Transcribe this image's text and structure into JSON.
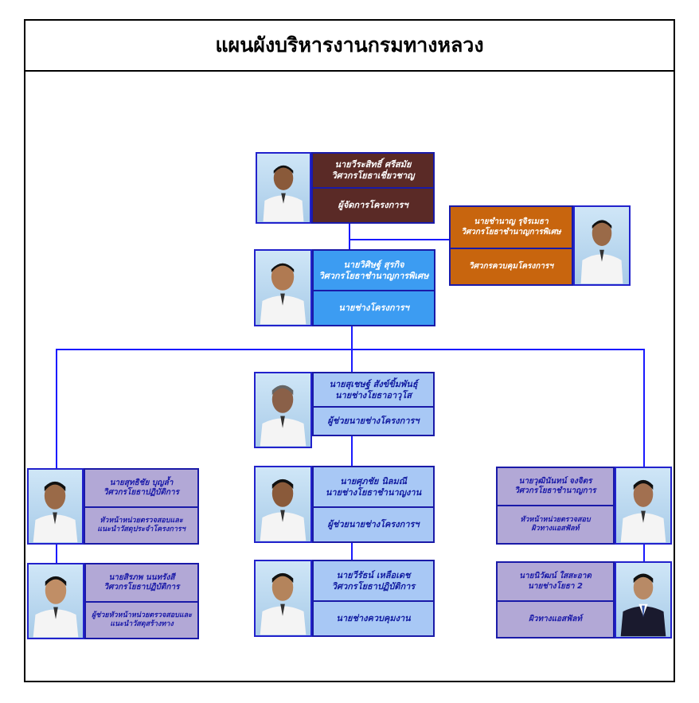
{
  "title": "แผนผังบริหารงานกรมทางหลวง",
  "colors": {
    "line": "#1a1aff",
    "brown": "#5a2a26",
    "orange": "#c8650e",
    "blue": "#3c9cf2",
    "light_blue": "#a8c8f5",
    "lilac": "#b2a8d6"
  },
  "people": [
    {
      "id": "director",
      "name": "นายวีระสิทธิ์  ศรีสมัย",
      "position": "วิศวกรโยธาเชี่ยวชาญ",
      "role": "ผู้จัดการโครงการฯ"
    },
    {
      "id": "supervisor",
      "name": "นายชำนาญ   รุจิรเมธา",
      "position": "วิศวกรโยธาชำนาญการพิเศษ",
      "role": "วิศวกรควบคุมโครงการฯ"
    },
    {
      "id": "project-engineer",
      "name": "นายวิศิษฐ์  สุรกิจ",
      "position": "วิศวกรโยธาชำนาญการพิเศษ",
      "role": "นายช่างโครงการฯ"
    },
    {
      "id": "assistant-1",
      "name": "นายสุเชษฐ์  สังข์ขิ้มพันธุ์",
      "position": "นายช่างโยธาอาวุโส",
      "role": "ผู้ช่วยนายช่างโครงการฯ"
    },
    {
      "id": "assistant-2",
      "name": "นายศุภชัย  นิลมณี",
      "position": "นายช่างโยธาชำนาญงาน",
      "role": "ผู้ช่วยนายช่างโครงการฯ"
    },
    {
      "id": "control",
      "name": "นายวีรัธน์  เหลือเดช",
      "position": "วิศวกรโยธาปฏิบัติการ",
      "role": "นายช่างควบคุมงาน"
    },
    {
      "id": "left-head",
      "name": "นายสุทธิชัย  บุญล้ำ",
      "position": "วิศวกรโยธาปฏิบัติการ",
      "role_lines": [
        "หัวหน้าหน่วยตรวจสอบและ",
        "แนะนำวัสดุประจำโครงการฯ"
      ]
    },
    {
      "id": "left-assist",
      "name": "นายสิรภพ  นนทรังสี",
      "position": "วิศวกรโยธาปฏิบัติการ",
      "role_lines": [
        "ผู้ช่วยหัวหน้าหน่วยตรวจสอบและ",
        "แนะนำวัสดุสร้างทาง"
      ]
    },
    {
      "id": "right-head",
      "name": "นายวุฒินันทน์  จงจิตร",
      "position": "วิศวกรโยธาชำนาญการ",
      "role_lines": [
        "หัวหน้าหน่วยตรวจสอบ",
        "ผิวทางแอสฟัลท์"
      ]
    },
    {
      "id": "right-assist",
      "name": "นายนิวัฒน์  ใสสะอาด",
      "position": "นายช่างโยธา 2",
      "role": "ผิวทางแอสฟัลท์"
    }
  ]
}
